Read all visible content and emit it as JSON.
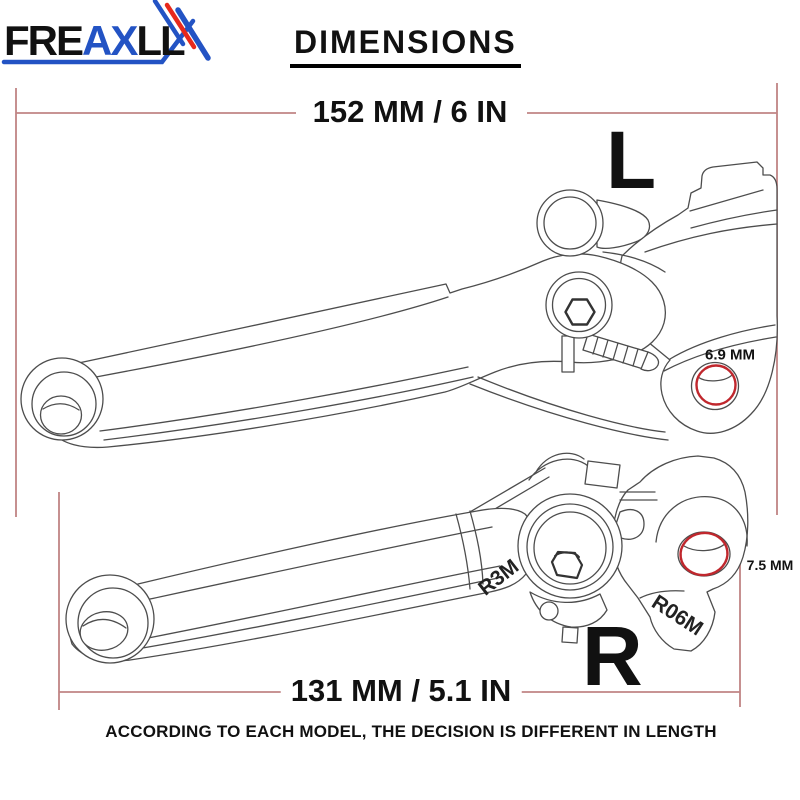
{
  "logo": {
    "text_black_1": "FRE",
    "text_blue": "AX",
    "text_black_2": "LL"
  },
  "title": "DIMENSIONS",
  "top_lever": {
    "side_label": "L",
    "length": "152 MM / 6 IN",
    "pivot_hole_diameter": "6.9 MM"
  },
  "bottom_lever": {
    "side_label": "R",
    "length": "131 MM / 5.1 IN",
    "pivot_hole_diameter": "7.5 MM",
    "blade_engraving": "R3M",
    "tag_engraving": "R06M"
  },
  "footer_note": "ACCORDING TO EACH MODEL, THE DECISION IS DIFFERENT IN LENGTH",
  "colors": {
    "dimension_line": "#c08484",
    "highlight_circle": "#c0272d",
    "logo_blue": "#2353c4",
    "logo_red": "#e8291c",
    "line_art": "#4d4d4d"
  }
}
